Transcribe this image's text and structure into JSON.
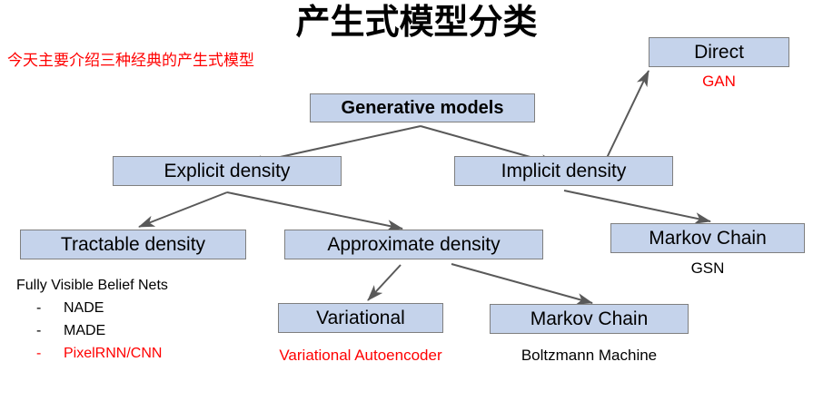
{
  "page": {
    "title": "产生式模型分类",
    "note": "今天主要介绍三种经典的产生式模型",
    "colors": {
      "node_fill": "#C5D3EB",
      "node_border": "#7F7F7F",
      "accent_red": "#FF0000",
      "text": "#000000",
      "arrow": "#595959",
      "background": "#FFFFFF"
    }
  },
  "nodes": {
    "root": {
      "label": "Generative models"
    },
    "explicit": {
      "label": "Explicit density"
    },
    "implicit": {
      "label": "Implicit density"
    },
    "direct": {
      "label": "Direct"
    },
    "tractable": {
      "label": "Tractable density"
    },
    "approximate": {
      "label": "Approximate density"
    },
    "markov_right": {
      "label": "Markov Chain"
    },
    "variational": {
      "label": "Variational"
    },
    "markov_bottom": {
      "label": "Markov Chain"
    }
  },
  "captions": {
    "gan": "GAN",
    "gsn": "GSN",
    "vae": "Variational Autoencoder",
    "boltzmann": "Boltzmann Machine"
  },
  "tractable_list": {
    "heading": "Fully Visible Belief Nets",
    "dash": "-",
    "items": [
      {
        "label": "NADE",
        "red": false
      },
      {
        "label": "MADE",
        "red": false
      },
      {
        "label": "PixelRNN/CNN",
        "red": true
      }
    ]
  },
  "chart_data": {
    "type": "diagram",
    "title": "产生式模型分类",
    "layout": "tree",
    "nodes": [
      {
        "id": "root",
        "label": "Generative models",
        "level": 0
      },
      {
        "id": "explicit",
        "label": "Explicit density",
        "level": 1
      },
      {
        "id": "implicit",
        "label": "Implicit density",
        "level": 1
      },
      {
        "id": "direct",
        "label": "Direct",
        "level": 2,
        "annotation": "GAN"
      },
      {
        "id": "tractable",
        "label": "Tractable density",
        "level": 2,
        "annotation": "Fully Visible Belief Nets: NADE, MADE, PixelRNN/CNN"
      },
      {
        "id": "approximate",
        "label": "Approximate density",
        "level": 2
      },
      {
        "id": "markov_right",
        "label": "Markov Chain",
        "level": 2,
        "annotation": "GSN"
      },
      {
        "id": "variational",
        "label": "Variational",
        "level": 3,
        "annotation": "Variational Autoencoder"
      },
      {
        "id": "markov_bottom",
        "label": "Markov Chain",
        "level": 3,
        "annotation": "Boltzmann Machine"
      }
    ],
    "edges": [
      {
        "from": "root",
        "to": "explicit"
      },
      {
        "from": "root",
        "to": "implicit"
      },
      {
        "from": "explicit",
        "to": "tractable"
      },
      {
        "from": "explicit",
        "to": "approximate"
      },
      {
        "from": "implicit",
        "to": "direct"
      },
      {
        "from": "implicit",
        "to": "markov_right"
      },
      {
        "from": "approximate",
        "to": "variational"
      },
      {
        "from": "approximate",
        "to": "markov_bottom"
      }
    ]
  }
}
